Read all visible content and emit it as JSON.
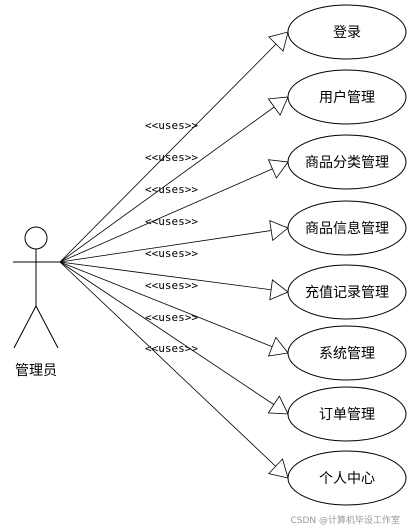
{
  "actor": {
    "label": "管理员"
  },
  "stereotype": "<<uses>>",
  "use_cases": [
    {
      "label": "登录"
    },
    {
      "label": "用户管理"
    },
    {
      "label": "商品分类管理"
    },
    {
      "label": "商品信息管理"
    },
    {
      "label": "充值记录管理"
    },
    {
      "label": "系统管理"
    },
    {
      "label": "订单管理"
    },
    {
      "label": "个人中心"
    }
  ],
  "watermark": "CSDN @计算机毕设工作室"
}
